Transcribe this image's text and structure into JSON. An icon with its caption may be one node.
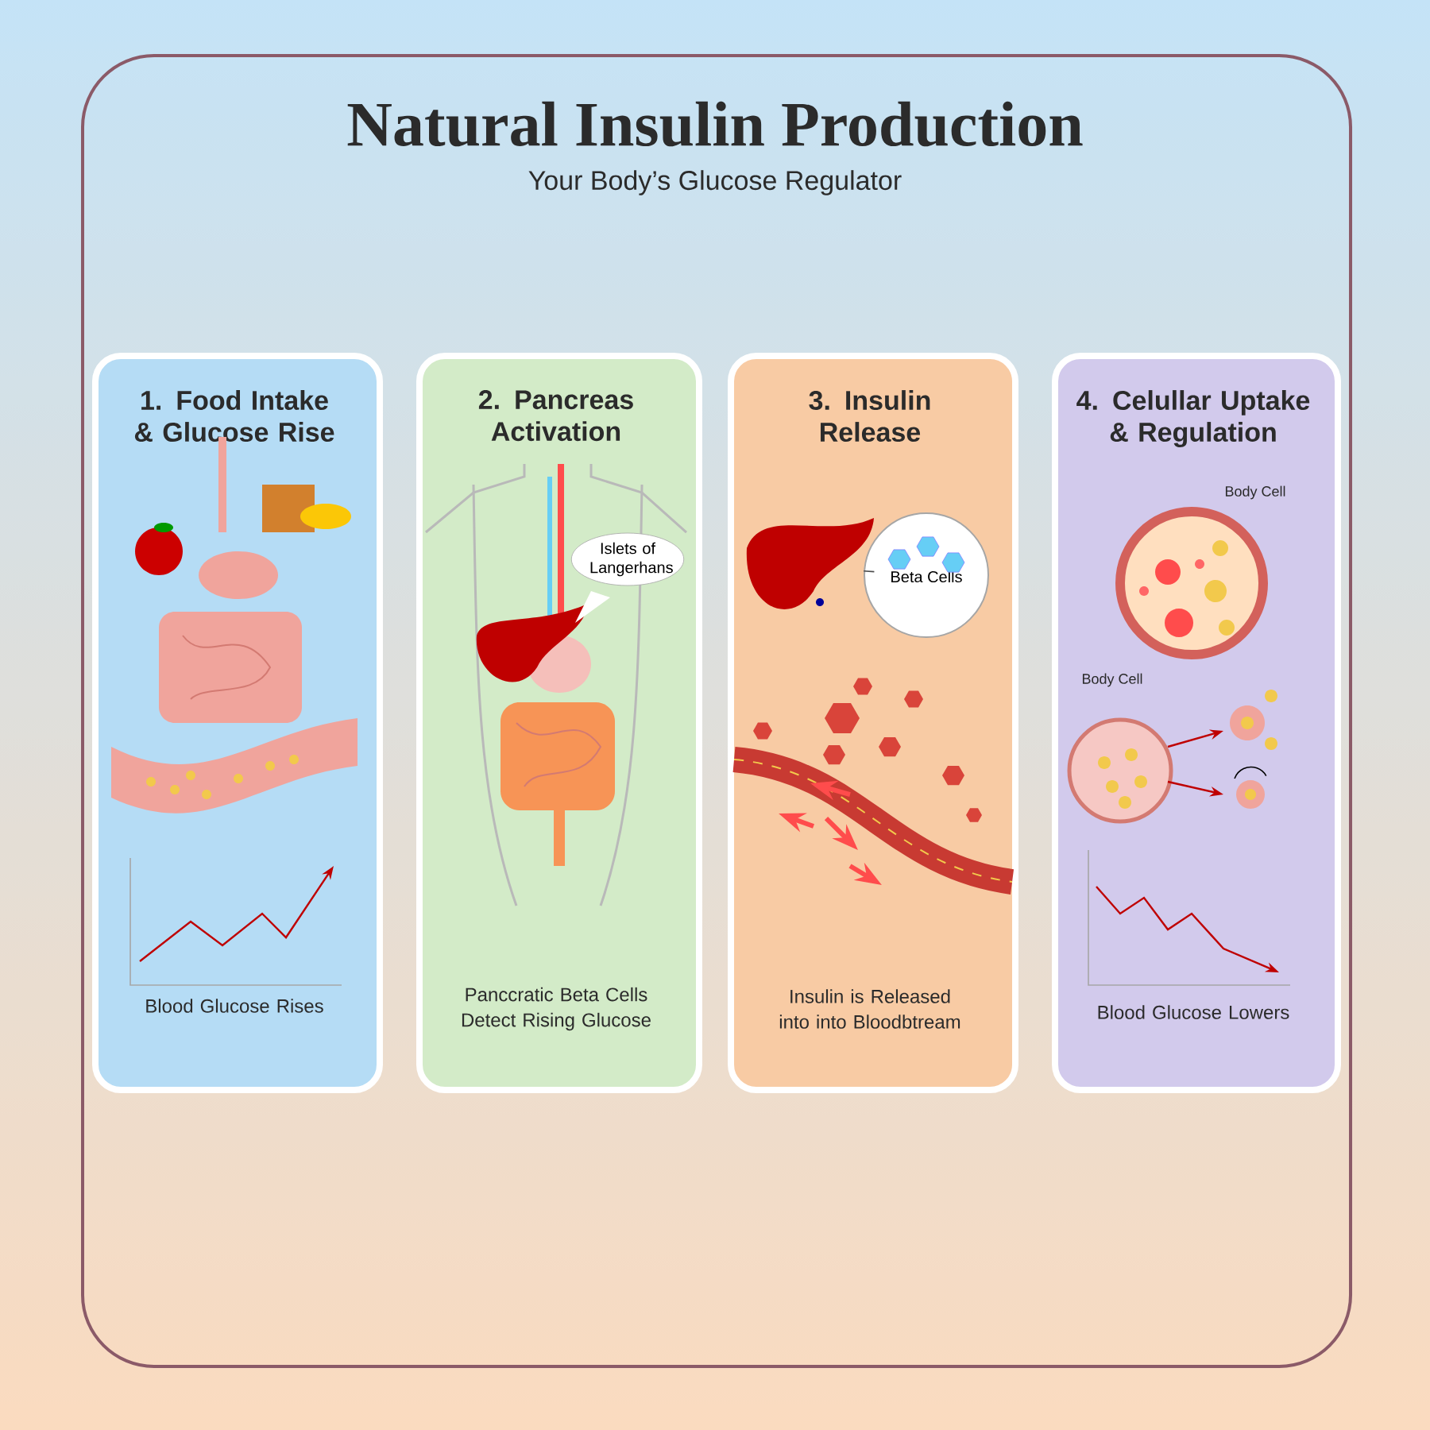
{
  "diagram": {
    "title": "Natural Insulin Production",
    "nodes": [
      {
        "text": [
          "1. Food Intake & Glucose Rise",
          "Blood Glucose Rises"
        ]
      },
      {
        "text": [
          "2. Pancreas Activation",
          "Panccratic Beta Cells Detect Rising Glucose"
        ]
      },
      {
        "text": [
          "Islets of Langerhans"
        ],
        "in": 1
      },
      {
        "text": [
          "3. Insulin Release",
          "Insulin is Released into into Bloodbtream"
        ]
      },
      {
        "text": [],
        "shape": "picture",
        "in": 3
      },
      {
        "text": [
          "Beta Cells"
        ],
        "in": 3
      },
      {
        "text": [
          "4. Celullar Uptake & Regulation",
          "Blood Glucose Lowers"
        ]
      }
    ],
    "edges": [
      {
        "from": 5,
        "to": 4,
        "arrow": "none"
      }
    ],
    "labels": [
      "Your Body’s Glucose Regulator",
      "Body Cell",
      "Body Cell"
    ]
  }
}
